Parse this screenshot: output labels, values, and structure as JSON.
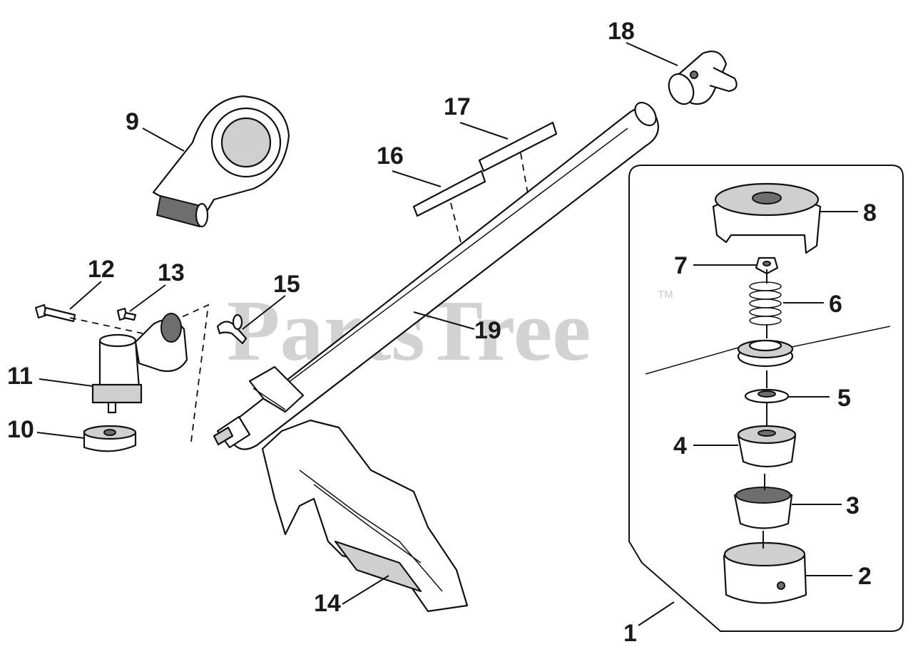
{
  "watermark": {
    "text": "PartsTree",
    "trademark": "TM"
  },
  "callouts": [
    {
      "id": "c1",
      "label": "1"
    },
    {
      "id": "c2",
      "label": "2"
    },
    {
      "id": "c3",
      "label": "3"
    },
    {
      "id": "c4",
      "label": "4"
    },
    {
      "id": "c5",
      "label": "5"
    },
    {
      "id": "c6",
      "label": "6"
    },
    {
      "id": "c7",
      "label": "7"
    },
    {
      "id": "c8",
      "label": "8"
    },
    {
      "id": "c9",
      "label": "9"
    },
    {
      "id": "c10",
      "label": "10"
    },
    {
      "id": "c11",
      "label": "11"
    },
    {
      "id": "c12",
      "label": "12"
    },
    {
      "id": "c13",
      "label": "13"
    },
    {
      "id": "c14",
      "label": "14"
    },
    {
      "id": "c15",
      "label": "15"
    },
    {
      "id": "c16",
      "label": "16"
    },
    {
      "id": "c17",
      "label": "17"
    },
    {
      "id": "c18",
      "label": "18"
    },
    {
      "id": "c19",
      "label": "19"
    }
  ]
}
